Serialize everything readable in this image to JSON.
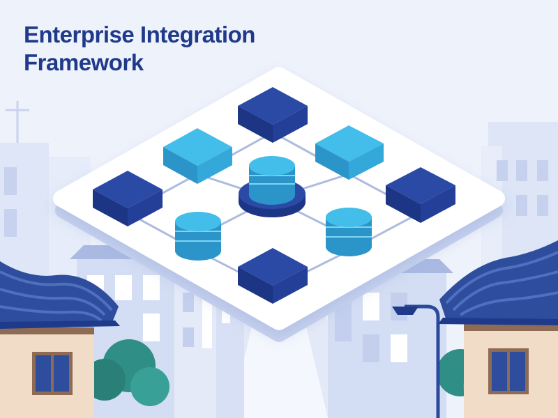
{
  "headline": {
    "line1": "Enterprise Integration",
    "line2": "Framework"
  },
  "colors": {
    "background": "#eef2fb",
    "title": "#1f3a8a",
    "node_dark": "#2a4aa6",
    "node_light": "#3bb4e6",
    "platform": "#ffffff",
    "connector": "#aebbe0",
    "roof": "#2e4d9c",
    "building": "#d7e0f4",
    "tree": "#2f8e86"
  },
  "illustration": {
    "subject": "isometric integration platform floating above a street with traditional tiled-roof houses",
    "nodes": [
      {
        "kind": "block",
        "shade": "dark"
      },
      {
        "kind": "block",
        "shade": "light"
      },
      {
        "kind": "block",
        "shade": "light"
      },
      {
        "kind": "block",
        "shade": "dark"
      },
      {
        "kind": "database",
        "shade": "light",
        "role": "central hub"
      },
      {
        "kind": "block",
        "shade": "dark"
      },
      {
        "kind": "database",
        "shade": "light"
      },
      {
        "kind": "database",
        "shade": "light"
      },
      {
        "kind": "block",
        "shade": "dark"
      }
    ]
  }
}
